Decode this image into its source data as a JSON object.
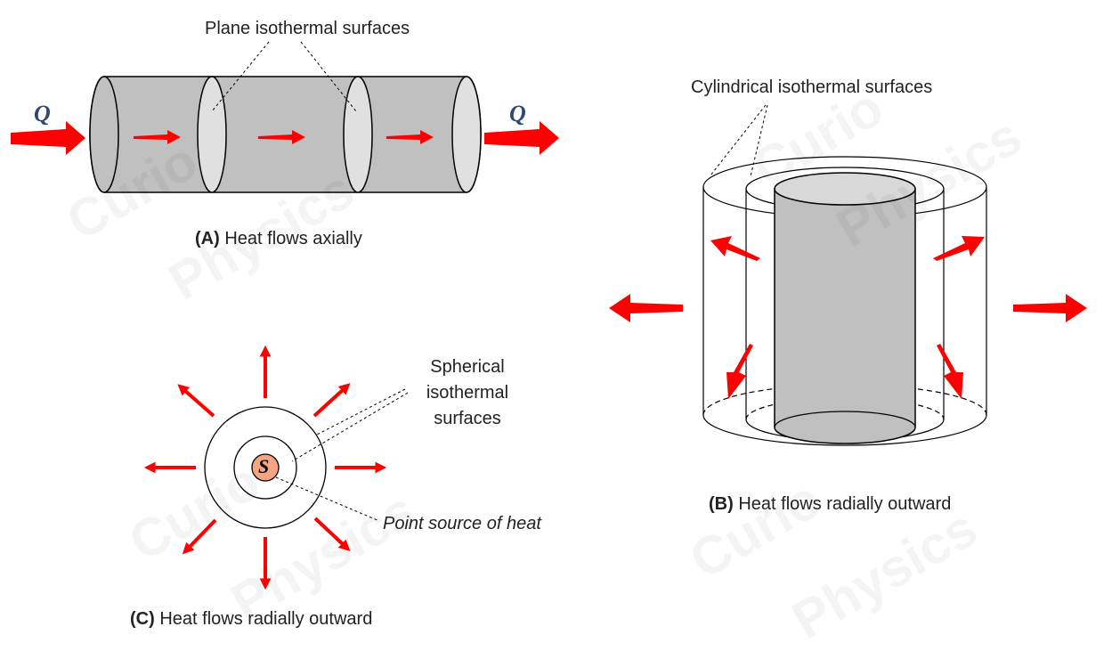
{
  "panel_a": {
    "annotation": "Plane isothermal surfaces",
    "heat_symbol_left": "Q",
    "heat_symbol_right": "Q",
    "caption_letter": "(A)",
    "caption_text": "Heat flows axially"
  },
  "panel_b": {
    "annotation": "Cylindrical isothermal surfaces",
    "caption_letter": "(B)",
    "caption_text": "Heat flows radially outward"
  },
  "panel_c": {
    "annotation_line1": "Spherical",
    "annotation_line2": "isothermal",
    "annotation_line3": "surfaces",
    "source_symbol": "S",
    "source_label": "Point source of heat",
    "caption_letter": "(C)",
    "caption_text": "Heat flows radially outward"
  },
  "watermark": {
    "line1": "Curio",
    "line2": "Physics"
  },
  "colors": {
    "arrow": "#ff0000",
    "cylinder_body": "#c0c0c0",
    "cylinder_face": "#e0e0e0",
    "source_fill": "#f4a582",
    "outline": "#000000"
  }
}
